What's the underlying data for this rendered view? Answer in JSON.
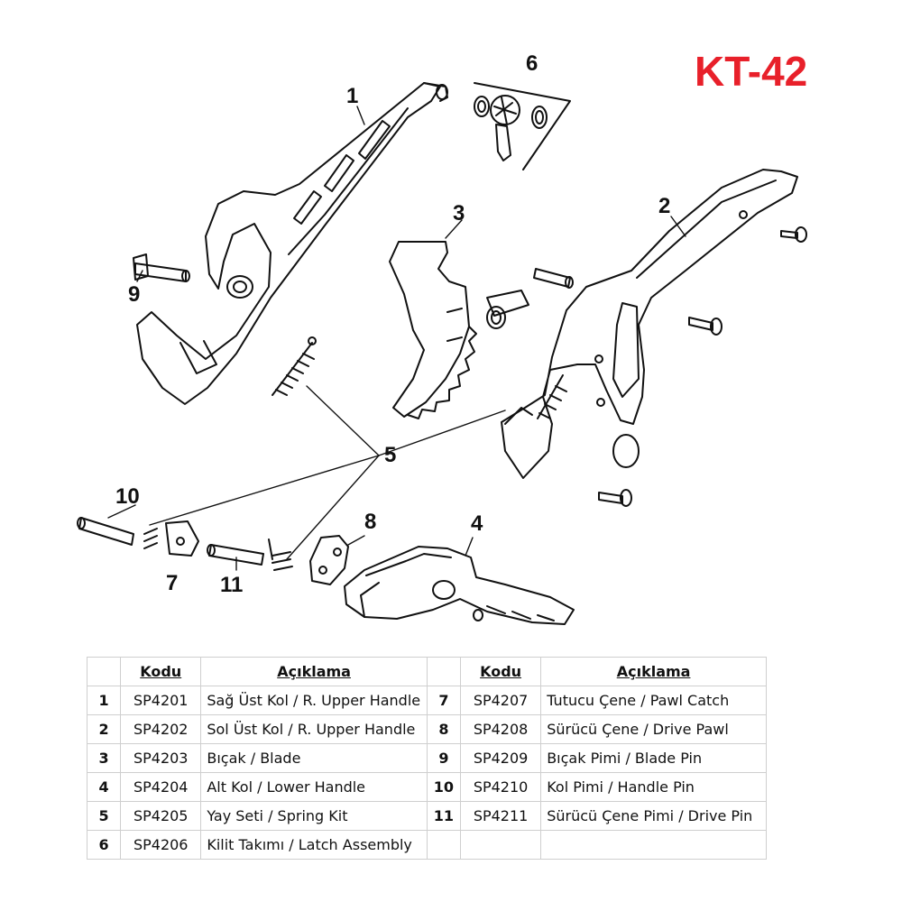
{
  "title": "KT-42",
  "callouts": [
    "1",
    "2",
    "3",
    "4",
    "5",
    "6",
    "7",
    "8",
    "9",
    "10",
    "11"
  ],
  "table": {
    "headers": {
      "code": "Kodu",
      "description": "Açıklama"
    },
    "left_rows": [
      {
        "no": "1",
        "code": "SP4201",
        "desc": "Sağ Üst Kol / R. Upper Handle"
      },
      {
        "no": "2",
        "code": "SP4202",
        "desc": "Sol Üst Kol / R. Upper Handle"
      },
      {
        "no": "3",
        "code": "SP4203",
        "desc": "Bıçak / Blade"
      },
      {
        "no": "4",
        "code": "SP4204",
        "desc": "Alt Kol / Lower Handle"
      },
      {
        "no": "5",
        "code": "SP4205",
        "desc": "Yay Seti / Spring Kit"
      },
      {
        "no": "6",
        "code": "SP4206",
        "desc": "Kilit Takımı / Latch Assembly"
      }
    ],
    "right_rows": [
      {
        "no": "7",
        "code": "SP4207",
        "desc": "Tutucu Çene / Pawl Catch"
      },
      {
        "no": "8",
        "code": "SP4208",
        "desc": "Sürücü Çene / Drive Pawl"
      },
      {
        "no": "9",
        "code": "SP4209",
        "desc": "Bıçak Pimi / Blade Pin"
      },
      {
        "no": "10",
        "code": "SP4210",
        "desc": "Kol Pimi / Handle Pin"
      },
      {
        "no": "11",
        "code": "SP4211",
        "desc": "Sürücü Çene Pimi / Drive Pin"
      },
      {
        "no": "",
        "code": "",
        "desc": ""
      }
    ]
  }
}
